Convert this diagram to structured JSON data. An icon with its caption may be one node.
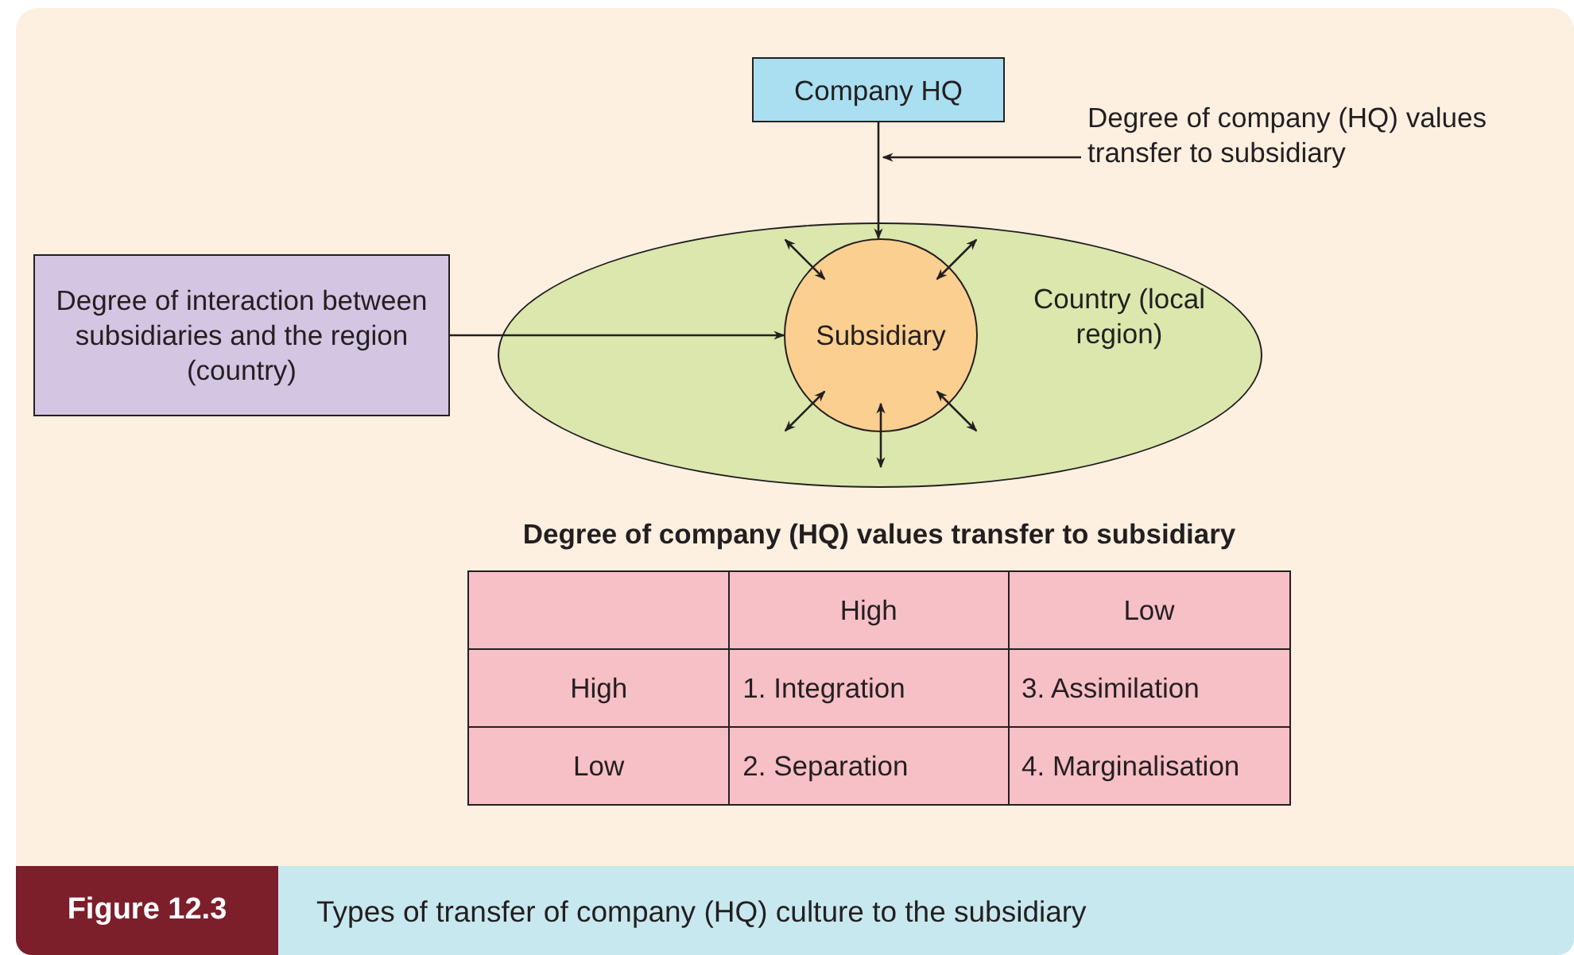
{
  "diagram": {
    "caption": "Types of transfer of company (HQ) culture to the subsidiary",
    "nodes": [
      {
        "text": [
          "Company HQ"
        ]
      },
      {
        "text": [
          "Degree of company (HQ) values transfer to subsidiary"
        ]
      },
      {
        "text": [
          "Country (local region)"
        ]
      },
      {
        "text": [
          "Subsidiary"
        ],
        "in": 2
      },
      {
        "text": [
          "Degree of interaction between subsidiaries and the region (country)"
        ]
      }
    ],
    "edges": [
      {
        "from": 0,
        "to": 3,
        "arrow": "to"
      },
      {
        "from": 1,
        "to": 0,
        "arrow": "to"
      },
      {
        "from": 4,
        "to": 3,
        "arrow": "to"
      },
      {
        "from": 3,
        "to": null,
        "arrow": "both"
      },
      {
        "from": 3,
        "to": null,
        "arrow": "both"
      },
      {
        "from": 3,
        "to": null,
        "arrow": "both"
      },
      {
        "from": 3,
        "to": null,
        "arrow": "both"
      },
      {
        "from": 3,
        "to": null,
        "arrow": "both"
      }
    ],
    "labels": [
      "Degree of company (HQ) values transfer to subsidiary",
      "High",
      "Low",
      "High",
      "1. Integration",
      "3. Assimilation",
      "Low",
      "2. Separation",
      "4. Marginalisation",
      "Figure 12.3"
    ]
  }
}
